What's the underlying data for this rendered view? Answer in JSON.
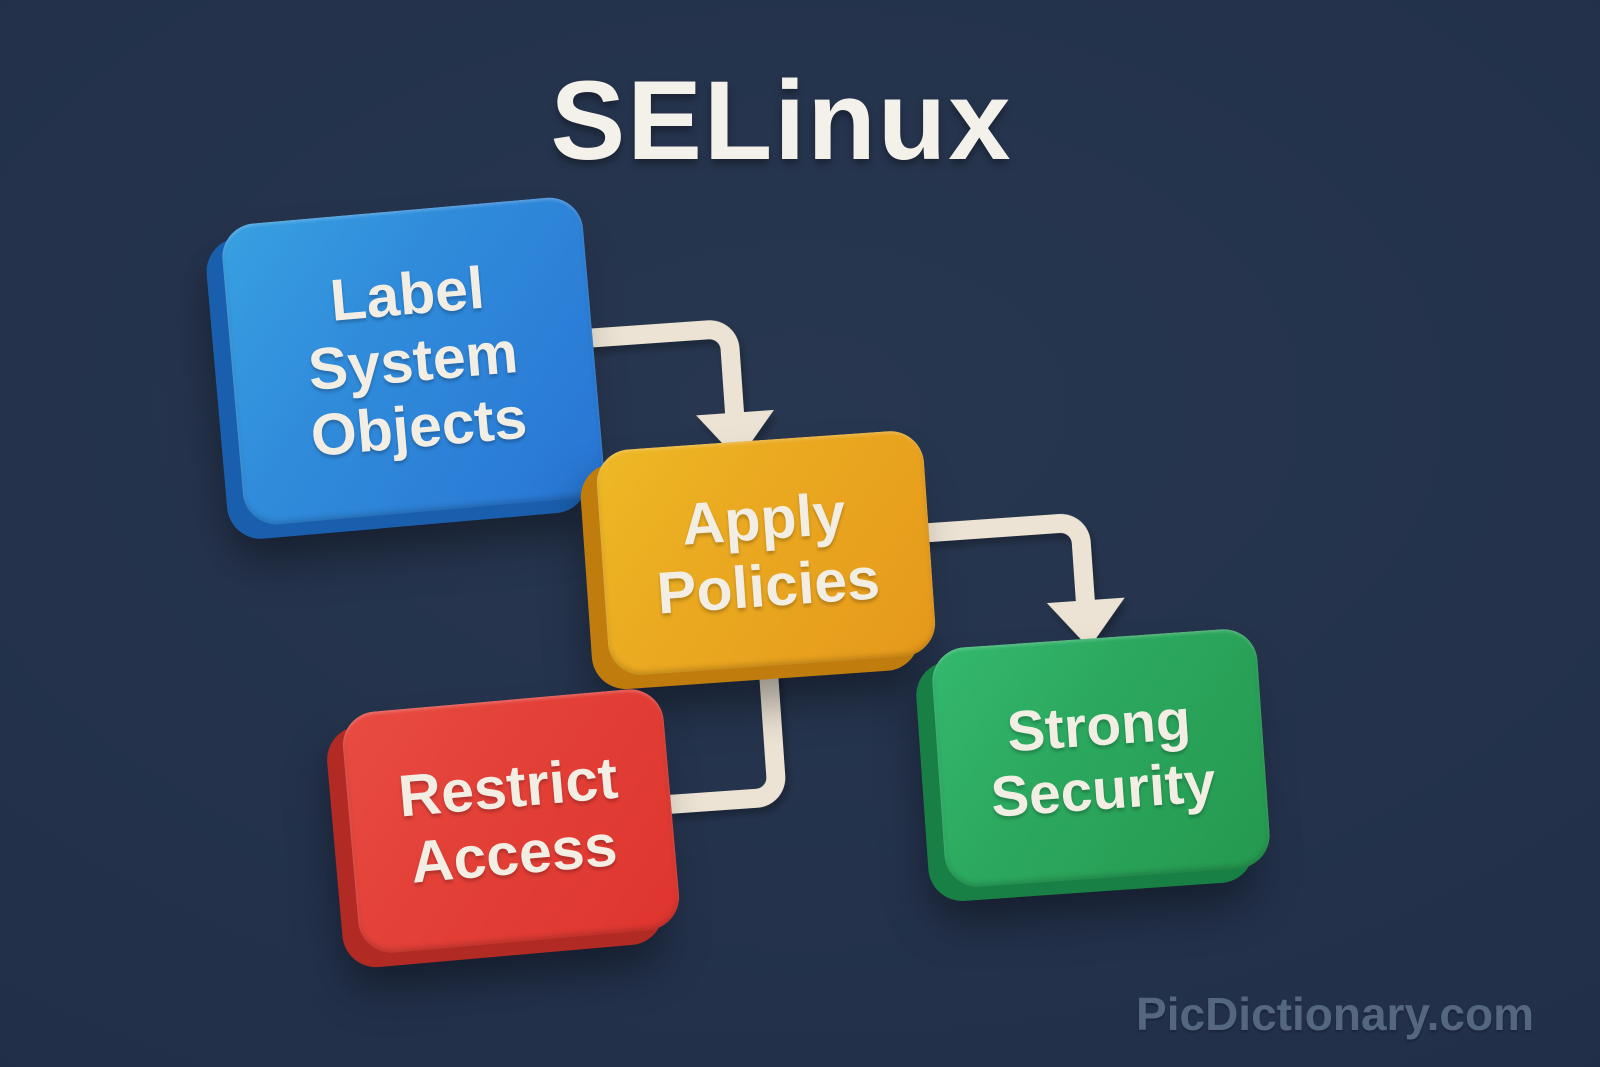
{
  "title": "SELinux",
  "watermark": "PicDictionary.com",
  "colors": {
    "background": "#22304a",
    "connector": "#ece3d4",
    "node_text": "#f3eee4",
    "title_text": "#f4f1ea",
    "watermark_text": "#55677f"
  },
  "diagram": {
    "nodes": [
      {
        "id": "label-system-objects",
        "lines": [
          "Label",
          "System",
          "Objects"
        ],
        "face_color": "#2e86d9",
        "side_color": "#1a5fae"
      },
      {
        "id": "apply-policies",
        "lines": [
          "Apply",
          "Policies"
        ],
        "face_color": "#e9a51f",
        "side_color": "#c07d0e"
      },
      {
        "id": "restrict-access",
        "lines": [
          "Restrict",
          "Access"
        ],
        "face_color": "#e23e36",
        "side_color": "#b12a23"
      },
      {
        "id": "strong-security",
        "lines": [
          "Strong",
          "Security"
        ],
        "face_color": "#2aa55b",
        "side_color": "#188045"
      }
    ],
    "edges": [
      {
        "from": "label-system-objects",
        "to": "apply-policies",
        "arrow": true
      },
      {
        "from": "apply-policies",
        "to": "strong-security",
        "arrow": true
      },
      {
        "from": "apply-policies",
        "to": "restrict-access",
        "arrow": false
      }
    ]
  }
}
